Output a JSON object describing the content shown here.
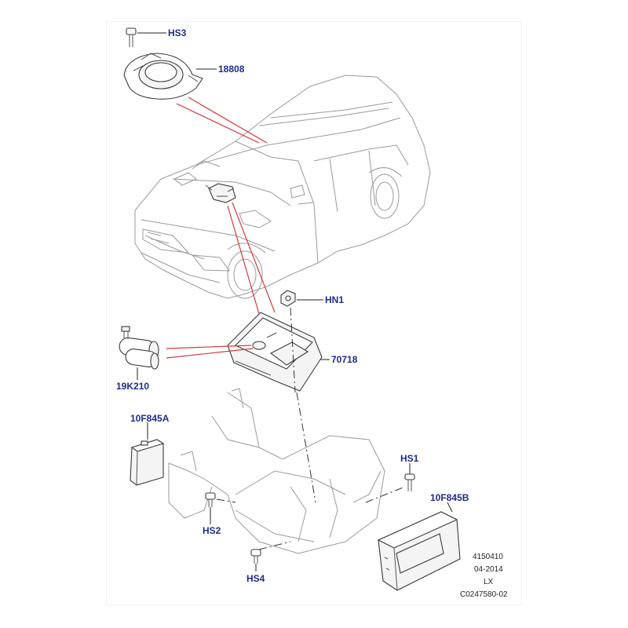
{
  "callouts": {
    "hs3": "HS3",
    "p18808": "18808",
    "hn1": "HN1",
    "p70718": "70718",
    "p19k210": "19K210",
    "p10f845a": "10F845A",
    "hs1": "HS1",
    "p10f845b": "10F845B",
    "hs2": "HS2",
    "hs4": "HS4"
  },
  "footer": {
    "code1": "4150410",
    "date": "04-2014",
    "model": "LX",
    "ref": "C0247580-02"
  },
  "colors": {
    "callout_text": "#1f2a8c",
    "highlight_lines": "#d23a3a"
  }
}
